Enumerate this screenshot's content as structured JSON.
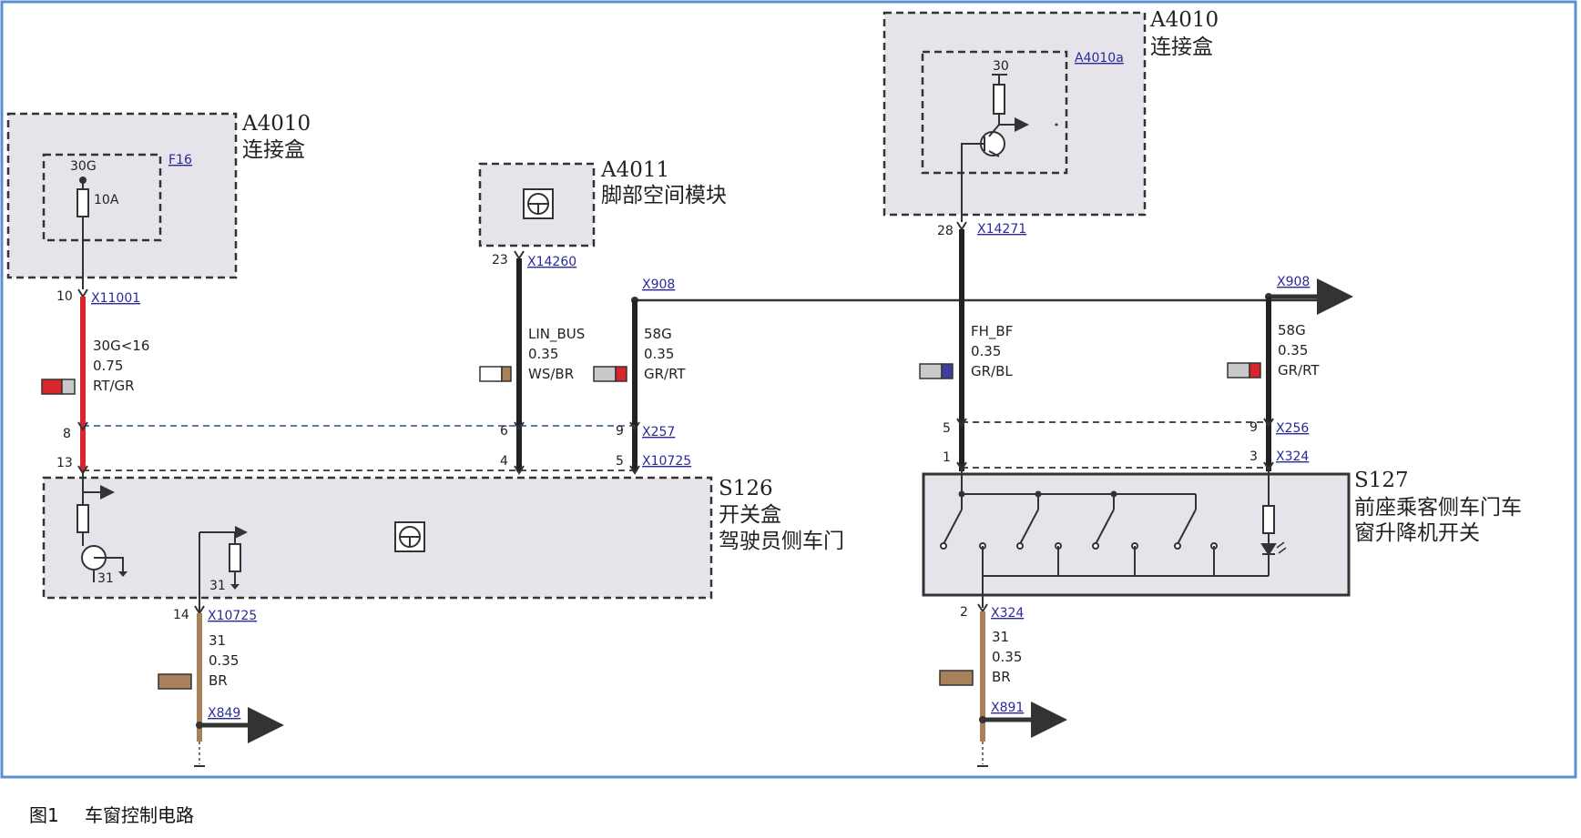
{
  "components": {
    "a4010_left": {
      "name": "A4010",
      "desc": "连接盒",
      "fuse_ref": "F16",
      "fuse_terminal": "30G",
      "fuse_rating": "10A"
    },
    "a4011": {
      "name": "A4011",
      "desc": "脚部空间模块"
    },
    "a4010_right": {
      "name": "A4010",
      "desc": "连接盒",
      "sub_ref": "A4010a",
      "terminal": "30"
    },
    "s126": {
      "name": "S126",
      "desc_line1": "开关盒",
      "desc_line2": "驾驶员侧车门",
      "ground_pin_1": "31",
      "ground_pin_2": "31"
    },
    "s127": {
      "name": "S127",
      "desc_line1": "前座乘客侧车门车",
      "desc_line2": "窗升降机开关"
    }
  },
  "connectors": {
    "x11001": {
      "label": "X11001",
      "pin": "10"
    },
    "x14260": {
      "label": "X14260",
      "pin": "23"
    },
    "x908_left": {
      "label": "X908"
    },
    "x908_right": {
      "label": "X908"
    },
    "x14271": {
      "label": "X14271",
      "pin": "28"
    },
    "x257": {
      "label": "X257",
      "pin_gr": "9",
      "pin_lin": "6",
      "pin_red": "8"
    },
    "x10725_top": {
      "label": "X10725",
      "pin_gr": "5",
      "pin_lin": "4",
      "pin_red": "13"
    },
    "x256": {
      "label": "X256",
      "pin_gr": "9",
      "pin_fh": "5"
    },
    "x324_top": {
      "label": "X324",
      "pin_gr": "3",
      "pin_fh": "1"
    },
    "x10725_bottom": {
      "label": "X10725",
      "pin": "14"
    },
    "x849": {
      "label": "X849"
    },
    "x324_bottom": {
      "label": "X324",
      "pin": "2"
    },
    "x891": {
      "label": "X891"
    }
  },
  "wires": {
    "w1": {
      "signal": "30G<16",
      "gauge": "0.75",
      "color_code": "RT/GR"
    },
    "w2": {
      "signal": "LIN_BUS",
      "gauge": "0.35",
      "color_code": "WS/BR"
    },
    "w3": {
      "signal": "58G",
      "gauge": "0.35",
      "color_code": "GR/RT"
    },
    "w4": {
      "signal": "FH_BF",
      "gauge": "0.35",
      "color_code": "GR/BL"
    },
    "w5": {
      "signal": "58G",
      "gauge": "0.35",
      "color_code": "GR/RT"
    },
    "w6": {
      "signal": "31",
      "gauge": "0.35",
      "color_code": "BR"
    },
    "w7": {
      "signal": "31",
      "gauge": "0.35",
      "color_code": "BR"
    }
  },
  "colors": {
    "red": "#d8262c",
    "brown": "#a8805a",
    "blue": "#3b3f9a",
    "grey": "#c9c9c9",
    "white": "#ffffff",
    "dark": "#222222",
    "frame": "#5b8fd0",
    "box_fill": "#e6e3ea"
  },
  "caption": {
    "figure_label": "图1",
    "title": "车窗控制电路"
  }
}
